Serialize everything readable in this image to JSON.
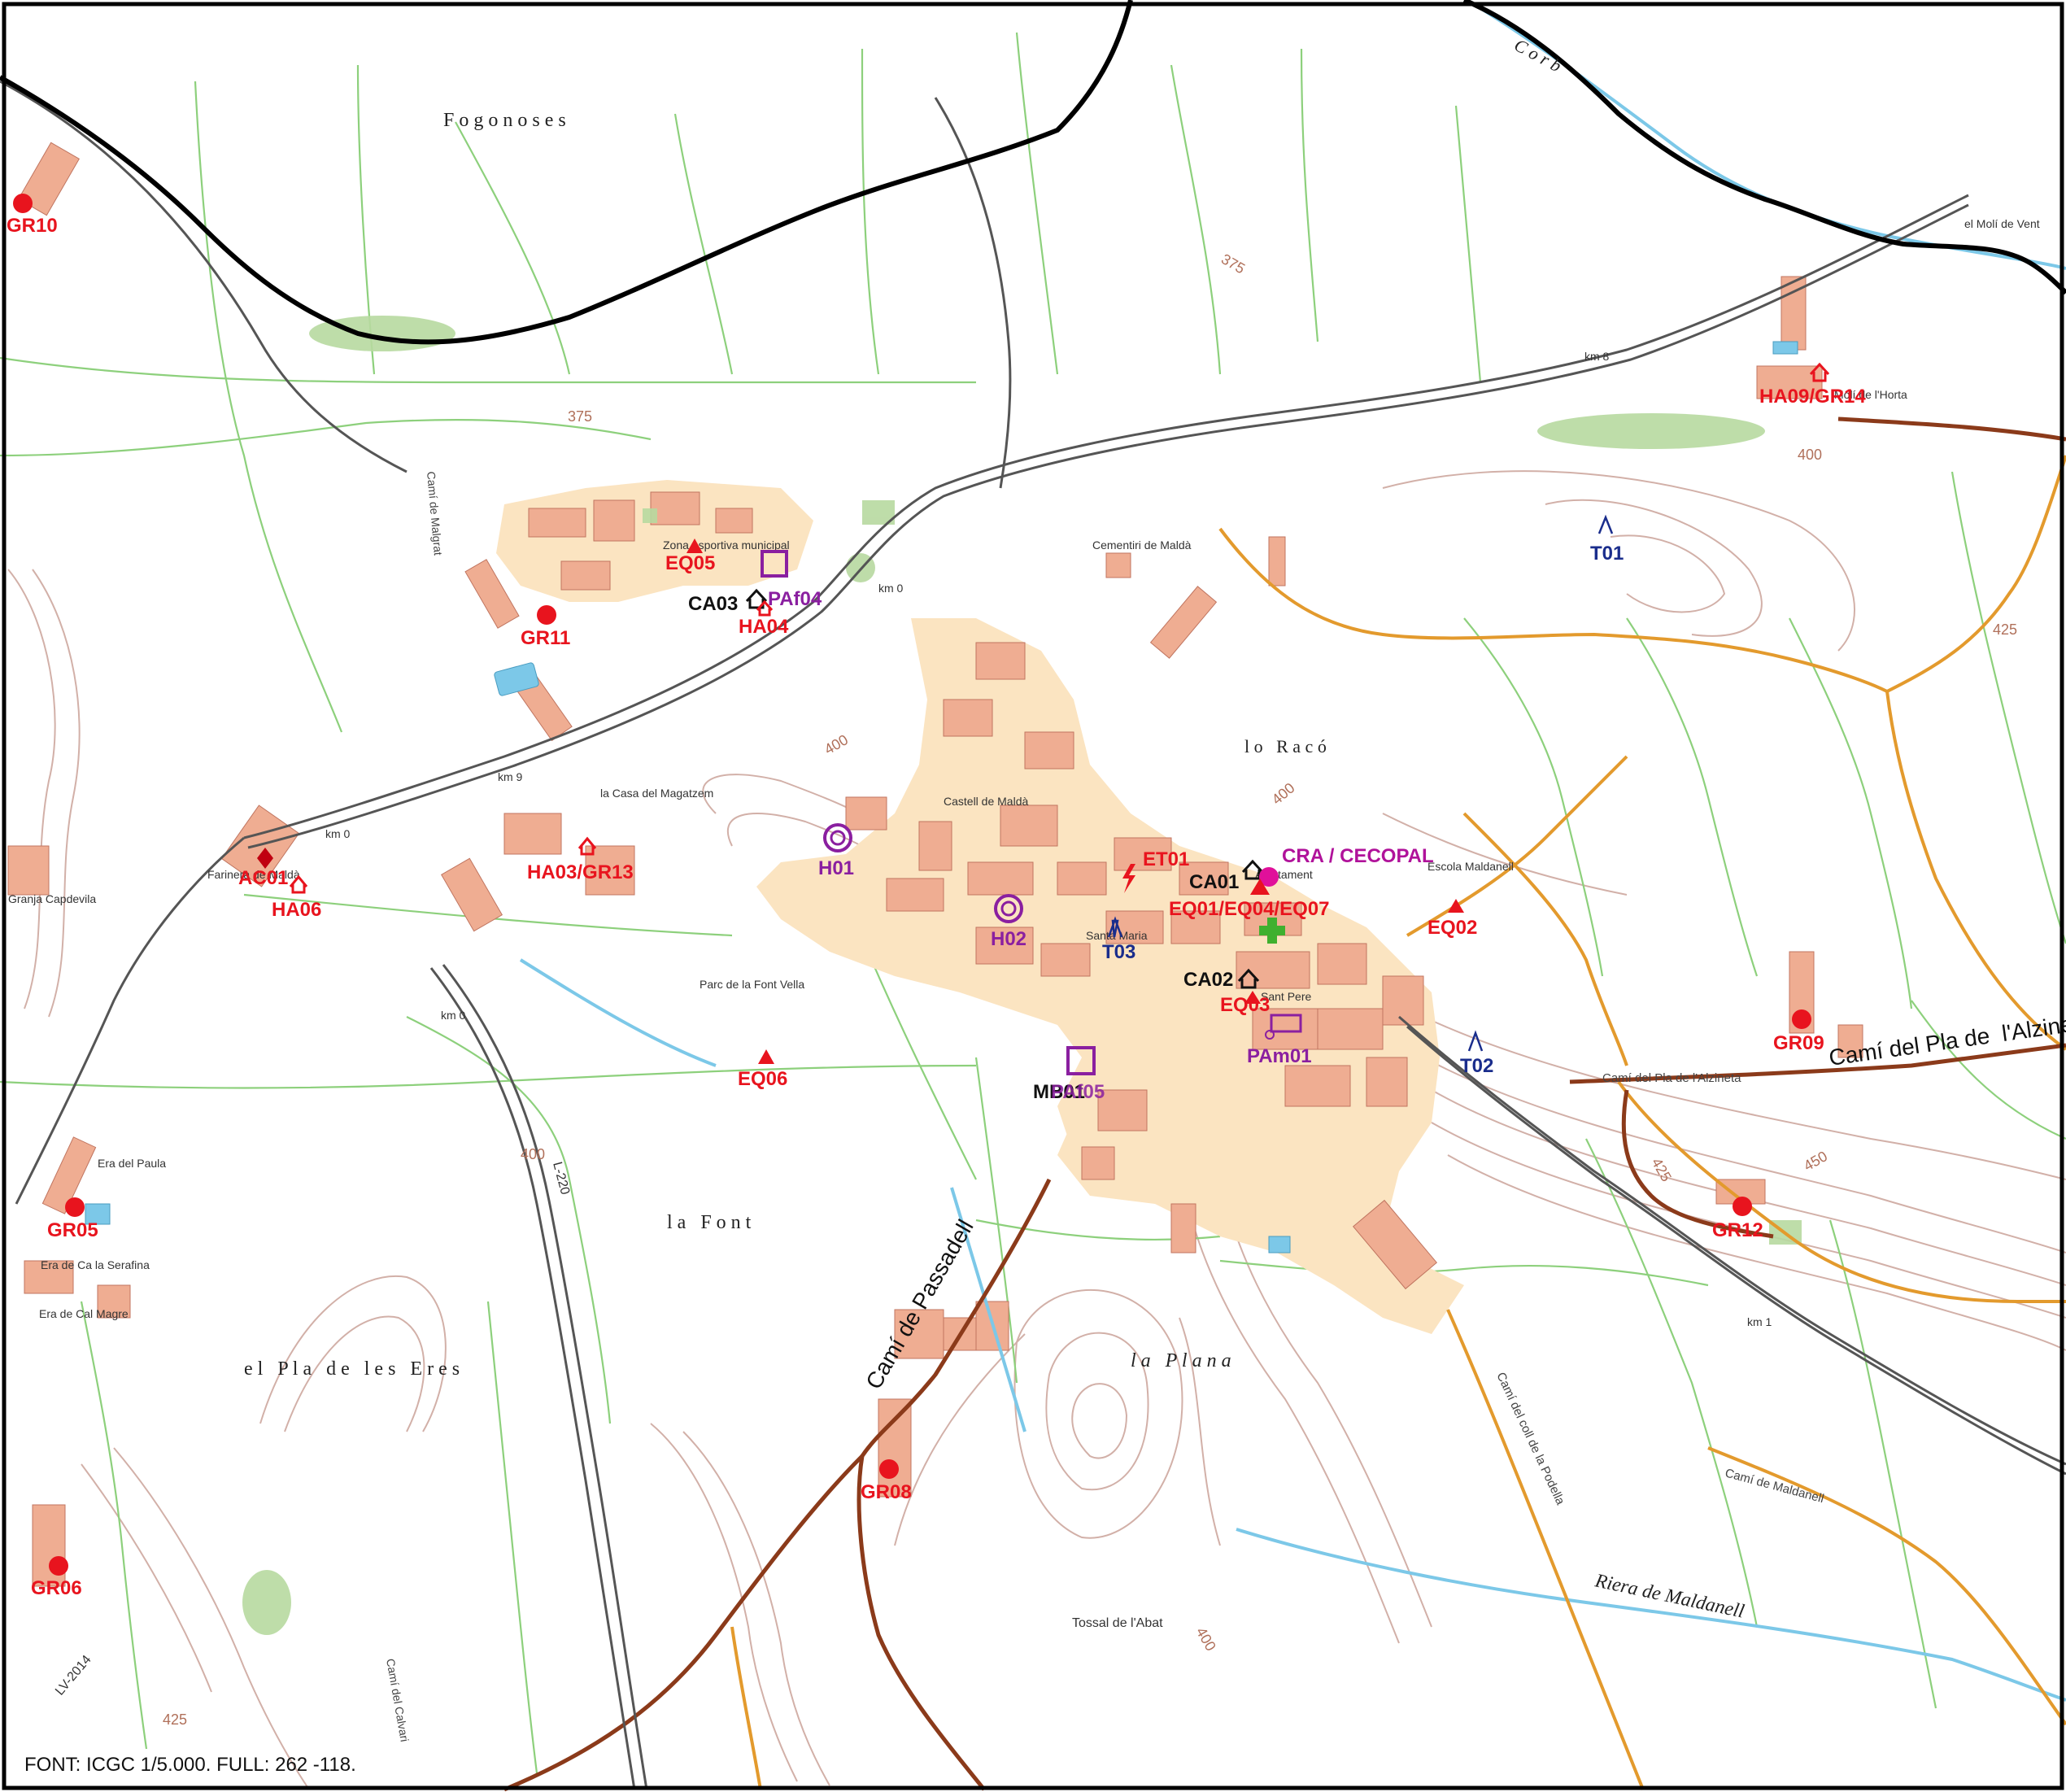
{
  "map": {
    "source_note": "FONT: ICGC 1/5.000. FULL: 262 -118.",
    "colors": {
      "frame": "#000000",
      "urban": "#fbe4c1",
      "building": "#efad92",
      "contour": "#c8a49c",
      "minor_road": "#7fc96f",
      "main_road": "#8b3a1a",
      "track_orange": "#e39a2d",
      "municipal_border": "#000000",
      "river": "#7cc8e8",
      "marker_red": "#e8141e",
      "marker_purple": "#8a1fa0",
      "marker_blue": "#1a2d8c",
      "marker_magenta": "#e0109a",
      "health_cross": "#3fb02f"
    },
    "place_names": {
      "fogonoses": "F o g o n o s e s",
      "lo_raco": "l o   R a c ó",
      "la_font": "l a   F o n t",
      "la_plana": "l a   P l a n a",
      "pla_eres": "e l   P l a   d e   l e s   E r e s",
      "corb": "C o r b",
      "riera": "Riera de Maldanell",
      "cami_passadell": "Camí de Passadell",
      "cami_alzineta": "Camí del Pla de  l'Alzineta",
      "cami_alzineta_small": "Camí del Pla de l'Alzineta",
      "cami_maldanell": "Camí de Maldanell",
      "cami_coll_podella": "Camí del coll de la Podella",
      "cami_malgrat": "Camí de Malgrat",
      "cami_calvari": "Camí del Calvari",
      "road_l220": "L-220",
      "road_lv2014": "LV-2014"
    },
    "small_labels": {
      "cementiri": "Cementiri de Maldà",
      "castell": "Castell de Maldà",
      "zona_esportiva": "Zona esportiva municipal",
      "casa_magatzem": "la Casa del Magatzem",
      "farinera": "Farinera de Maldà",
      "granja": "Granja Capdevila",
      "parc_font_vella": "Parc de la Font Vella",
      "escola": "Escola Maldanell",
      "ajuntament": "Ajuntament",
      "sant_pere": "Sant Pere",
      "santa_maria": "Santa Maria",
      "moli_vent": "el Molí de Vent",
      "moli_horta": "Molí de l'Horta",
      "tossal_abat": "Tossal de l'Abat",
      "era_paula": "Era del Paula",
      "era_serafina": "Era de Ca la Serafina",
      "era_magre": "Era de Cal Magre",
      "km0a": "km 0",
      "km0b": "km 0",
      "km0c": "km 0",
      "km8": "km 8",
      "km9": "km 9",
      "km1": "km 1",
      "contour_375": "375",
      "contour_400": "400",
      "contour_425": "425",
      "contour_450": "450"
    },
    "markers": {
      "GR10": "GR10",
      "GR11": "GR11",
      "GR05": "GR05",
      "GR06": "GR06",
      "GR08": "GR08",
      "GR09": "GR09",
      "GR12": "GR12",
      "HA09_GR14": "HA09/GR14",
      "EQ05": "EQ05",
      "PAf04": "PAf04",
      "CA03": "CA03",
      "HA04": "HA04",
      "AC01": "AC01",
      "HA06": "HA06",
      "HA03_GR13": "HA03/GR13",
      "H01": "H01",
      "H02": "H02",
      "T03": "T03",
      "ET01": "ET01",
      "CA01": "CA01",
      "CRA": "CRA / CECOPAL",
      "EQ_group": "EQ01/EQ04/EQ07",
      "EQ02": "EQ02",
      "CA02": "CA02",
      "EQ03": "EQ03",
      "PAm01": "PAm01",
      "T02": "T02",
      "T01": "T01",
      "EQ06": "EQ06",
      "MB_PA": "MB01",
      "PAf05": "PAf05"
    }
  }
}
